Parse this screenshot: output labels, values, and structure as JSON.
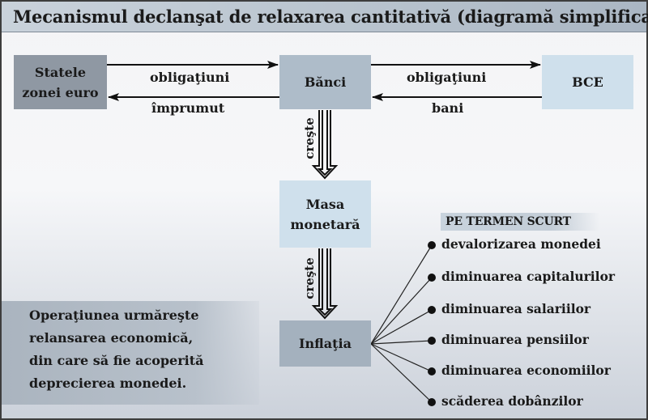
{
  "title": "Mecanismul declanşat de relaxarea cantitativă (diagramă simplificată)",
  "nodes": {
    "statele_line1": "Statele",
    "statele_line2": "zonei euro",
    "banci": "Bănci",
    "bce": "BCE",
    "masa_line1": "Masa",
    "masa_line2": "monetară",
    "inflatia": "Inflaţia"
  },
  "edges": {
    "statele_to_banci": "obligaţiuni",
    "banci_to_statele": "împrumut",
    "banci_to_bce": "obligaţiuni",
    "bce_to_banci": "bani",
    "banci_to_masa": "creşte",
    "masa_to_inflatia": "creşte"
  },
  "short_term": {
    "heading": "PE TERMEN SCURT",
    "effects": [
      "devalorizarea monedei",
      "diminuarea capitalurilor",
      "diminuarea salariilor",
      "diminuarea pensiilor",
      "diminuarea economiilor",
      "scăderea dobânzilor"
    ]
  },
  "note": {
    "lines": [
      "Operaţiunea urmăreşte",
      "relansarea economică,",
      "din care să fie acoperită",
      "deprecierea monedei."
    ]
  },
  "colors": {
    "statele": "#8f98a3",
    "banci": "#aebcc9",
    "bce": "#cfe0ec",
    "masa": "#cfe0ec",
    "inflatia": "#a4b1be"
  }
}
